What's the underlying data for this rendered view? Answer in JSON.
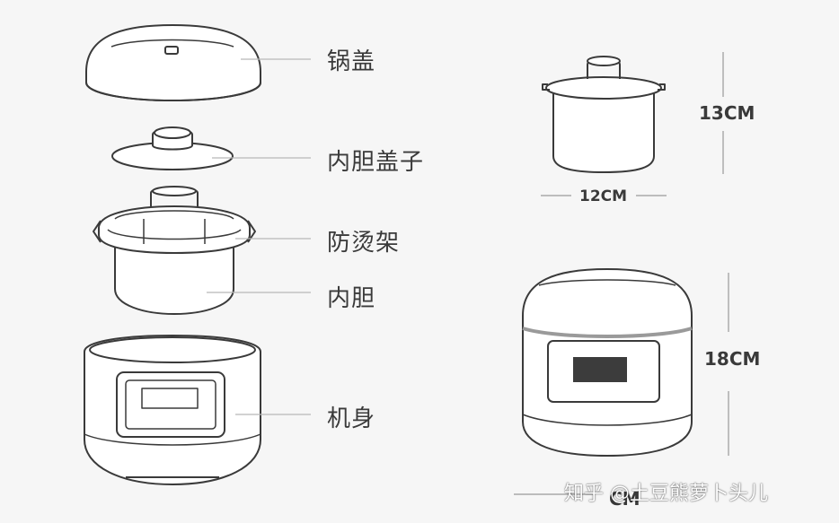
{
  "labels": {
    "lid": "锅盖",
    "inner_lid": "内胆盖子",
    "heat_shield": "防烫架",
    "inner_pot": "内胆",
    "body": "机身"
  },
  "dimensions": {
    "pot_height": "13CM",
    "pot_width": "12CM",
    "cooker_height": "18CM",
    "cooker_width_partial": "CM"
  },
  "watermark": "知乎 @土豆熊萝卜头儿",
  "colors": {
    "background": "#f6f6f6",
    "line": "#3a3a3a",
    "fill": "#ffffff",
    "panel": "#3c3c3c",
    "leader": "#b8b8b8"
  }
}
